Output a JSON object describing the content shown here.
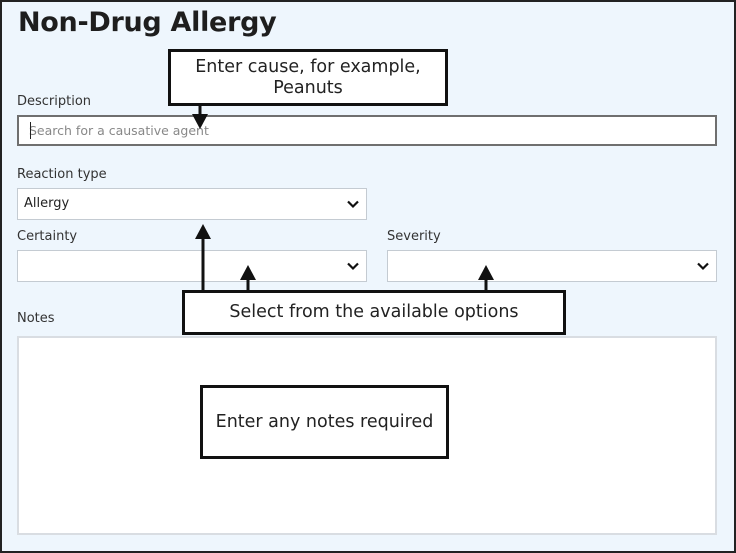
{
  "form": {
    "title": "Non-Drug Allergy",
    "description": {
      "label": "Description",
      "placeholder": "Search for a causative agent"
    },
    "reaction_type": {
      "label": "Reaction type",
      "value": "Allergy"
    },
    "certainty": {
      "label": "Certainty",
      "value": ""
    },
    "severity": {
      "label": "Severity",
      "value": ""
    },
    "notes": {
      "label": "Notes",
      "value": ""
    }
  },
  "callouts": {
    "cause": "Enter cause, for example, Peanuts",
    "options": "Select from the available options",
    "notes": "Enter any notes required"
  },
  "icons": {
    "dropdown": "chevron-down-icon"
  },
  "colors": {
    "panel_background": "#eef6fd",
    "frame_border": "#222222",
    "callout_border": "#111111"
  }
}
